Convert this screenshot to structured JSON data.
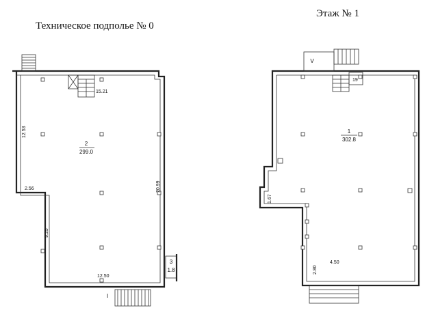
{
  "plans": {
    "basement": {
      "title": "Техническое подполье № 0",
      "room_number": "2",
      "room_area": "299.0",
      "small_room_number": "3",
      "small_room_area": "1.8",
      "dims": {
        "top": "15.21",
        "left_upper": "12.53",
        "right": "20.99",
        "step_width": "2.56",
        "left_lower": "9.25",
        "bottom": "12.50"
      },
      "entrance_label": "I"
    },
    "floor1": {
      "title": "Этаж № 1",
      "room_number": "1",
      "room_area": "302.8",
      "vestibule_label": "V",
      "small_room_area": "19",
      "dims": {
        "inner_wall": "1.67",
        "lower_left": "2.80",
        "bottom": "4.50"
      }
    }
  }
}
